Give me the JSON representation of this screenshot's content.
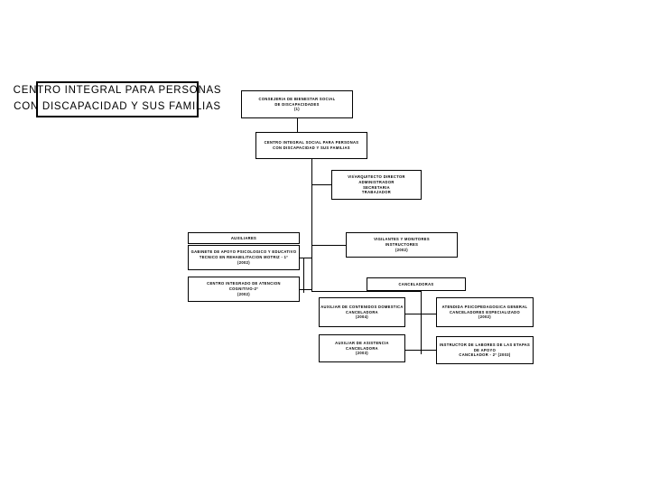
{
  "diagram": {
    "title": "Organigrama - Centro Integral para Personas con Discapacidad y sus Familias",
    "type": "organizational-chart",
    "background_color": "#ffffff",
    "line_color": "#000000",
    "text_color": "#000000",
    "nodes": {
      "root": {
        "id": "root",
        "line1": "CENTRO INTEGRAL PARA PERSONAS",
        "line2": "CON DISCAPACIDAD Y SUS FAMILIAS"
      },
      "consejeria": {
        "id": "consejeria",
        "line1": "CONSEJERIA DE BIENESTAR SOCIAL",
        "line2": "DE DISCAPACIDADES",
        "line3": "(1)"
      },
      "centro_social": {
        "id": "centro-social",
        "line1": "CENTRO INTEGRAL SOCIAL PARA PERSONAS",
        "line2": "CON DISCAPACIDAD Y SUS FAMILIAS"
      },
      "direccion": {
        "id": "direccion",
        "line1": "VII/ARQUITECTO DIRECTOR",
        "line2": "ADMINISTRADOR",
        "line3": "SECRETARIA",
        "line4": "TRABAJADOR"
      },
      "auxiliares": {
        "id": "auxiliares",
        "line1": "AUXILIARES"
      },
      "gabinete": {
        "id": "gabinete",
        "line1": "GABINETE DE APOYO PSICOLOGICO Y EDUCATIVO",
        "line2": "TECNICO EN REHABILITACION MOTRIZ - 1º",
        "line3": "(2002)"
      },
      "rehabilitacion": {
        "id": "rehabilitacion",
        "line1": "CENTRO INTEGRADO DE ATENCION",
        "line2": "COGNITIVO-2º",
        "line3": "(2002)"
      },
      "vigilantes": {
        "id": "vigilantes",
        "line1": "VIGILANTES Y MONITORES",
        "line2": "INSTRUCTORES",
        "line3": "(2002)"
      },
      "canceladoras": {
        "id": "canceladoras",
        "line1": "CANCELADORAS"
      },
      "cancel_1": {
        "id": "cancel-1",
        "line1": "AUXILIAR DE CONTENIDOS DOMESTICA",
        "line2": "CANCELADORA",
        "line3": "(2004)"
      },
      "cancel_2": {
        "id": "cancel-2",
        "line1": "ATENDIDA PSICOPEDAGOGICA GENERAL",
        "line2": "CANCELADORES ESPECIALIZADO",
        "line3": "(2002)"
      },
      "cancel_3": {
        "id": "cancel-3",
        "line1": "AUXILIAR DE ASISTENCIA",
        "line2": "CANCELADORA",
        "line3": "(2003)"
      },
      "cancel_4": {
        "id": "cancel-4",
        "line1": "INSTRUCTOR DE LABORES DE LAS ETAPAS",
        "line2": "DE APOYO",
        "line3": "CANCELADOR - 2º (2003)"
      }
    }
  }
}
